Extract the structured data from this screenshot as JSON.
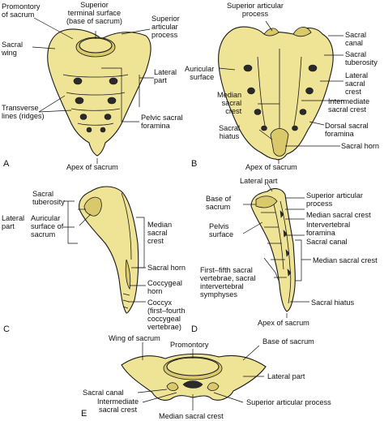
{
  "colors": {
    "bone": "#efe395",
    "bone_shade": "#d9c96a",
    "outline": "#1a1a1a",
    "foramen": "#2a2a2a"
  },
  "panels": {
    "a": {
      "letter": "A",
      "promontory": "Promontory\nof sacrum",
      "superior_terminal": "Superior\nterminal surface\n(base of sacrum)",
      "superior_articular": "Superior\narticular\nprocess",
      "sacral_wing": "Sacral\nwing",
      "lateral_part": "Lateral\npart",
      "transverse_lines": "Transverse\nlines (ridges)",
      "pelvic_foramina": "Pelvic sacral\nforamina",
      "apex": "Apex of sacrum"
    },
    "b": {
      "letter": "B",
      "superior_articular": "Superior articular\nprocess",
      "sacral_canal": "Sacral\ncanal",
      "sacral_tuberosity": "Sacral\ntuberosity",
      "lateral_sacral_crest": "Lateral\nsacral\ncrest",
      "intermediate_crest": "Intermediate\nsacral crest",
      "auricular_surface": "Auricular\nsurface",
      "median_crest": "Median\nsacral\ncrest",
      "sacral_hiatus": "Sacral\nhiatus",
      "dorsal_foramina": "Dorsal sacral\nforamina",
      "sacral_horn": "Sacral horn",
      "apex": "Apex of sacrum"
    },
    "c": {
      "letter": "C",
      "lateral_part": "Lateral\npart",
      "sacral_tuberosity": "Sacral\ntuberosity",
      "auricular_surface": "Auricular\nsurface of\nsacrum",
      "median_crest": "Median\nsacral\ncrest",
      "sacral_horn": "Sacral horn",
      "coccygeal_horn": "Coccygeal\nhorn",
      "coccyx": "Coccyx\n(first–fourth\ncoccygeal\nvertebrae)"
    },
    "d": {
      "letter": "D",
      "lateral_part": "Lateral part",
      "base": "Base of\nsacrum",
      "pelvis_surface": "Pelvis\nsurface",
      "superior_articular": "Superior articular\nprocess",
      "median_crest_top": "Median sacral crest",
      "intervertebral_foramina": "Intervertebral\nforamina",
      "sacral_canal": "Sacral canal",
      "median_crest": "Median sacral crest",
      "vertebrae": "First–fifth sacral\nvertebrae, sacral\nintervertebral\nsymphyses",
      "sacral_hiatus": "Sacral hiatus",
      "apex": "Apex of sacrum"
    },
    "e": {
      "letter": "E",
      "wing": "Wing of sacrum",
      "promontory": "Promontory",
      "base": "Base of sacrum",
      "lateral_part": "Lateral part",
      "sacral_canal": "Sacral canal",
      "intermediate_crest": "Intermediate\nsacral crest",
      "superior_articular": "Superior articular process",
      "median_crest": "Median sacral crest"
    }
  }
}
